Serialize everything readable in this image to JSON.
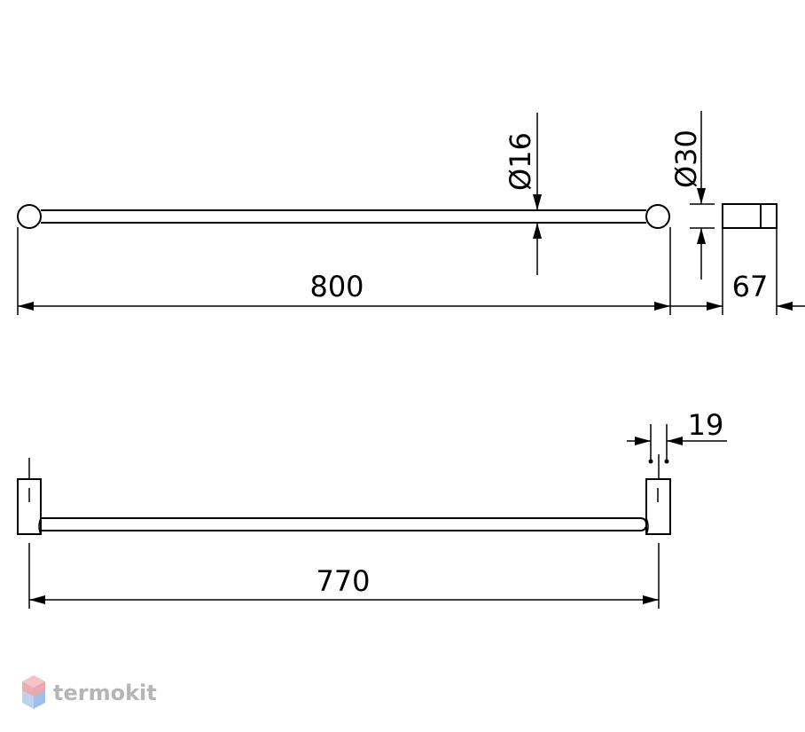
{
  "dimensions": {
    "length_top": "800",
    "bar_diameter": "Ø16",
    "mount_diameter": "Ø30",
    "depth": "67",
    "length_bottom": "770",
    "wall_gap": "19"
  },
  "watermark": {
    "brand": "termokit"
  },
  "colors": {
    "line": "#000000",
    "logo_red": "#f2a6a6",
    "logo_blue": "#9fc0ea",
    "logo_text": "#b5b5b5"
  }
}
